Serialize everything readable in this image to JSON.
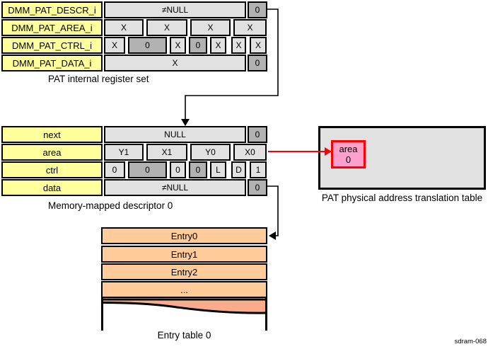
{
  "colors": {
    "label_yellow": "#FFFF9C",
    "cell_light_gray": "#E1E1E1",
    "cell_dark_gray": "#B2B2B2",
    "area_pink": "#FFA0CC",
    "arrow_red": "#FF0000",
    "entry_orange": "#FFCC99",
    "torn_salmon": "#F9AB8B",
    "line_black": "#000000"
  },
  "register_set": {
    "caption": "PAT internal register set",
    "rows": [
      {
        "label": "DMM_PAT_DESCR_i",
        "cells": [
          {
            "t": "≠NULL"
          },
          {
            "t": "0"
          }
        ]
      },
      {
        "label": "DMM_PAT_AREA_i",
        "cells": [
          {
            "t": "X"
          },
          {
            "t": "X"
          },
          {
            "t": "X"
          },
          {
            "t": "X"
          }
        ]
      },
      {
        "label": "DMM_PAT_CTRL_i",
        "cells": [
          {
            "t": "X"
          },
          {
            "t": "0"
          },
          {
            "t": "X"
          },
          {
            "t": "0"
          },
          {
            "t": "X"
          },
          {
            "t": "X"
          },
          {
            "t": "X"
          }
        ]
      },
      {
        "label": "DMM_PAT_DATA_i",
        "cells": [
          {
            "t": "X"
          },
          {
            "t": "0"
          }
        ]
      }
    ]
  },
  "descriptor": {
    "caption": "Memory-mapped descriptor 0",
    "rows": [
      {
        "label": "next",
        "cells": [
          {
            "t": "NULL"
          },
          {
            "t": "0"
          }
        ]
      },
      {
        "label": "area",
        "cells": [
          {
            "t": "Y1"
          },
          {
            "t": "X1"
          },
          {
            "t": "Y0"
          },
          {
            "t": "X0"
          }
        ]
      },
      {
        "label": "ctrl",
        "cells": [
          {
            "t": "0"
          },
          {
            "t": "0"
          },
          {
            "t": "0"
          },
          {
            "t": "0"
          },
          {
            "t": "L"
          },
          {
            "t": "D"
          },
          {
            "t": "1"
          }
        ]
      },
      {
        "label": "data",
        "cells": [
          {
            "t": "≠NULL"
          },
          {
            "t": "0"
          }
        ]
      }
    ]
  },
  "pat_table": {
    "caption": "PAT physical address translation table",
    "area_label": "area",
    "area_value": "0"
  },
  "entry_table": {
    "caption": "Entry table 0",
    "rows": [
      "Entry0",
      "Entry1",
      "Entry2",
      "..."
    ]
  },
  "footer": "sdram-068"
}
